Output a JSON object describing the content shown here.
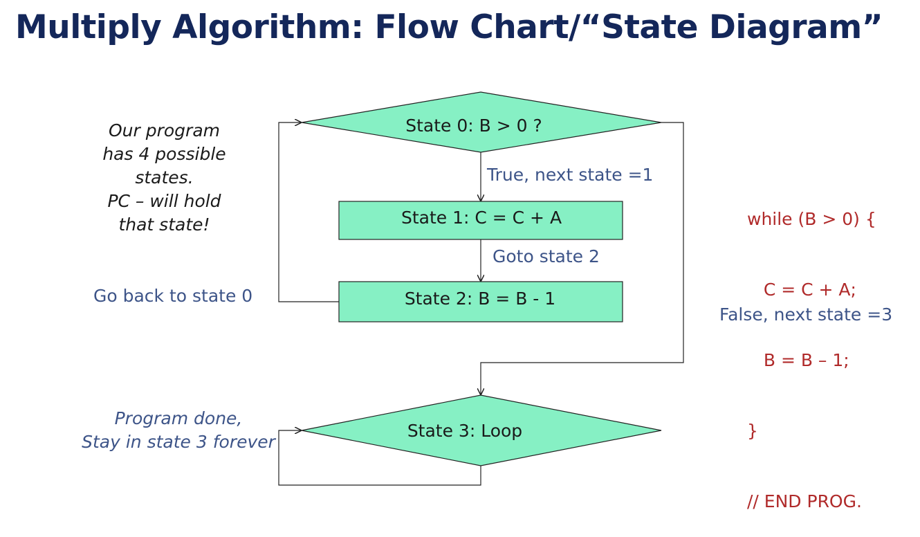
{
  "title": "Multiply Algorithm: Flow Chart/“State Diagram”",
  "states": {
    "state0": "State 0: B > 0 ?",
    "state1": "State 1: C = C + A",
    "state2": "State 2: B = B - 1",
    "state3": "State 3: Loop"
  },
  "edges": {
    "true_next": "True, next state =1",
    "goto_2": "Goto state 2",
    "back_to_0": "Go back to state 0",
    "false_next": "False, next state =3"
  },
  "notes": {
    "left_top": [
      "Our program",
      "has 4 possible",
      "states.",
      "PC – will hold",
      "that state!"
    ],
    "left_bottom": [
      "Program done,",
      "Stay in state 3 forever"
    ]
  },
  "code": [
    "while (B > 0) {",
    "   C = C + A;",
    "   B = B – 1;",
    "}",
    "// END PROG."
  ],
  "colors": {
    "title": "#14275a",
    "node_fill": "#86f0c4",
    "edge_label": "#3d5488",
    "code": "#b02a2a"
  }
}
